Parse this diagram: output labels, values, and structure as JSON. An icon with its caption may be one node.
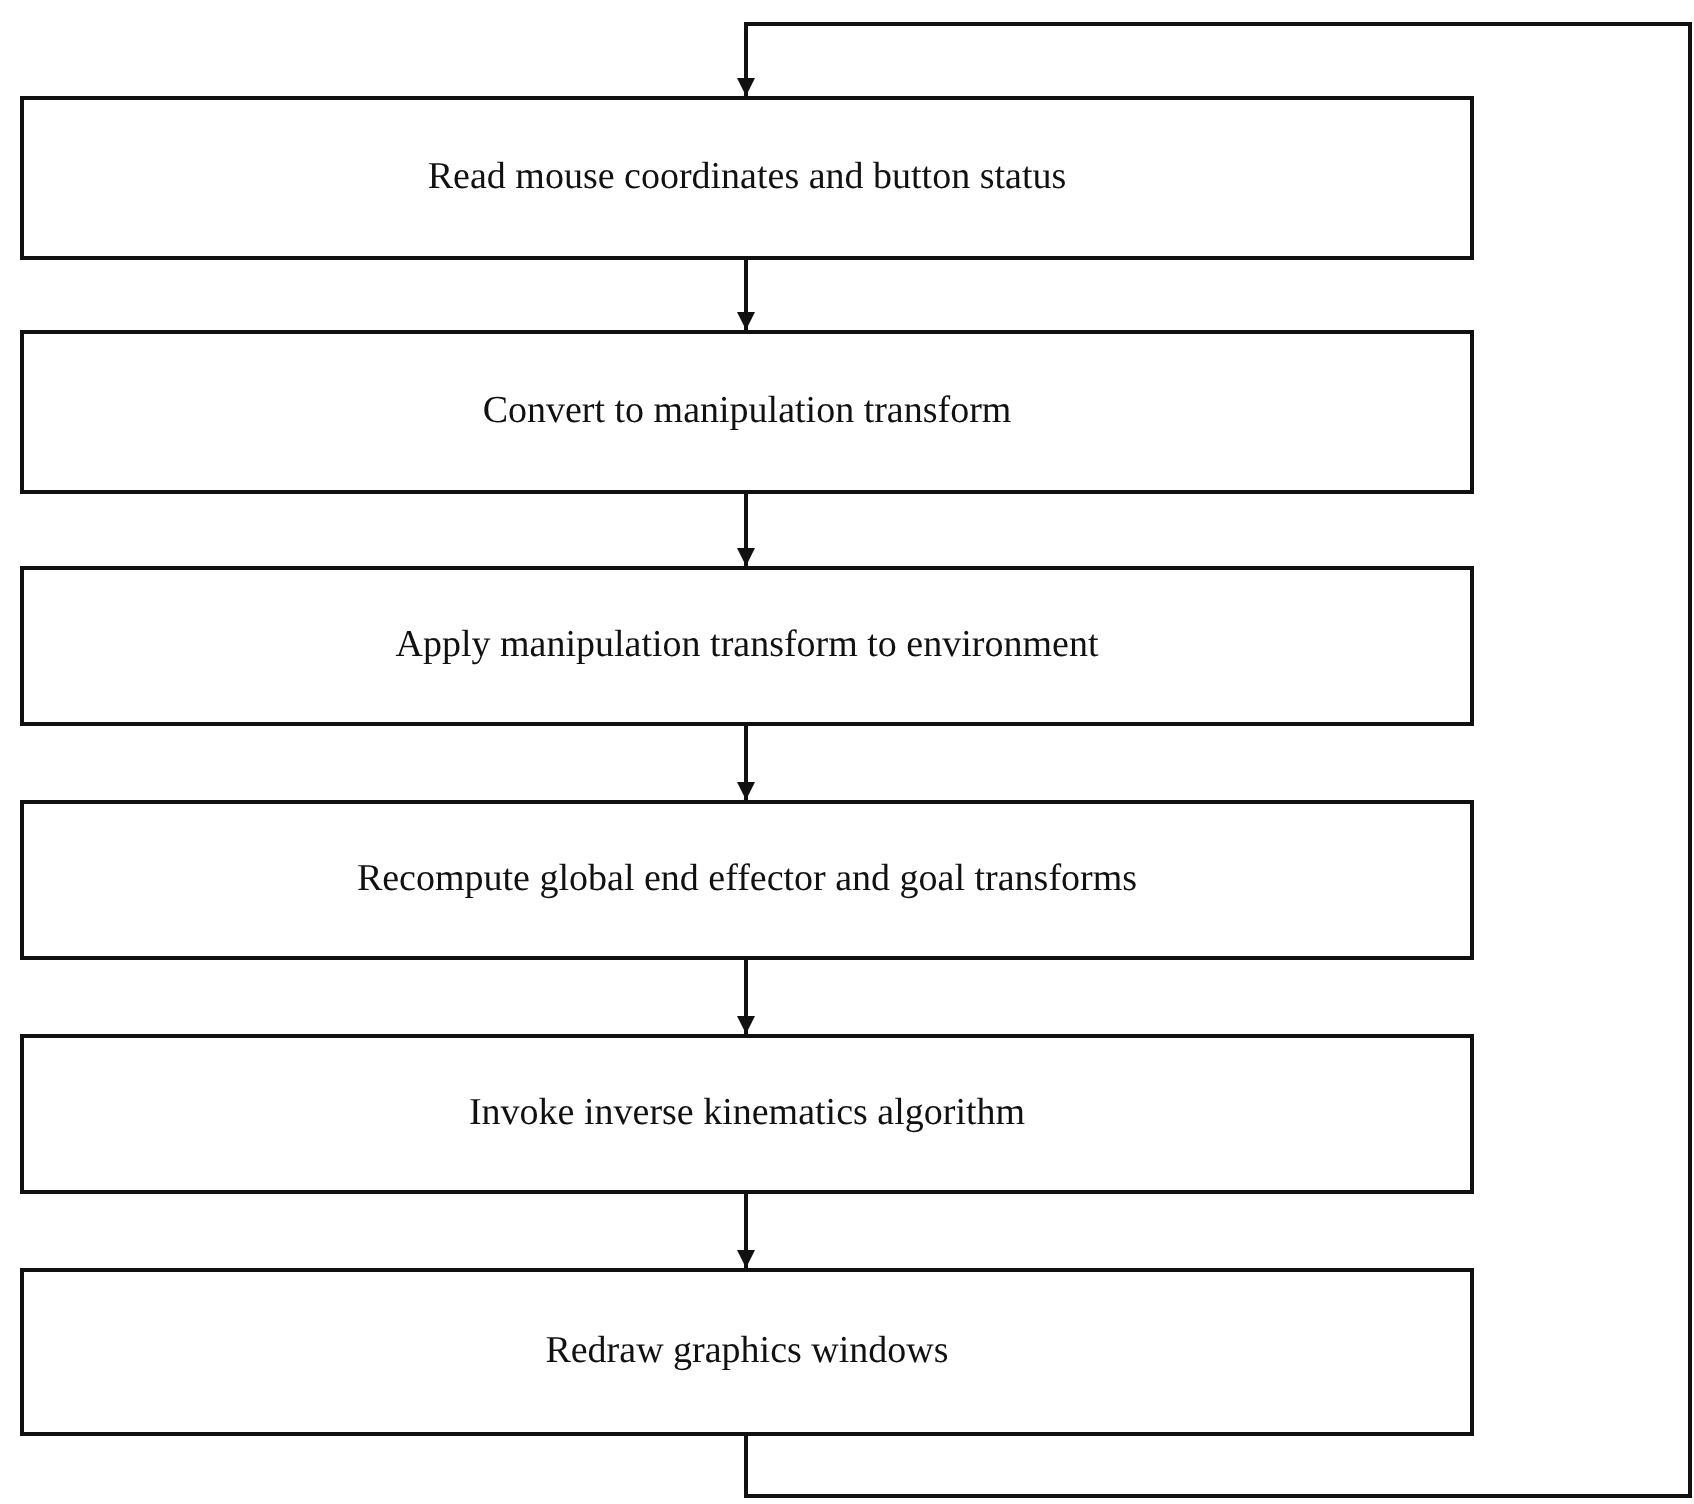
{
  "diagram": {
    "nodes": [
      {
        "text": [
          "Read mouse coordinates and button status"
        ]
      },
      {
        "text": [
          "Convert to manipulation transform"
        ]
      },
      {
        "text": [
          "Apply manipulation transform to environment"
        ]
      },
      {
        "text": [
          "Recompute global end effector and goal transforms"
        ]
      },
      {
        "text": [
          "Invoke inverse kinematics algorithm"
        ]
      },
      {
        "text": [
          "Redraw graphics windows"
        ]
      }
    ],
    "edges": [
      {
        "from": 0,
        "to": 1,
        "arrow": "to"
      },
      {
        "from": 1,
        "to": 2,
        "arrow": "to"
      },
      {
        "from": 2,
        "to": 3,
        "arrow": "to"
      },
      {
        "from": 3,
        "to": 4,
        "arrow": "to"
      },
      {
        "from": 4,
        "to": 5,
        "arrow": "to"
      },
      {
        "from": 5,
        "to": 0,
        "arrow": "to"
      }
    ]
  }
}
